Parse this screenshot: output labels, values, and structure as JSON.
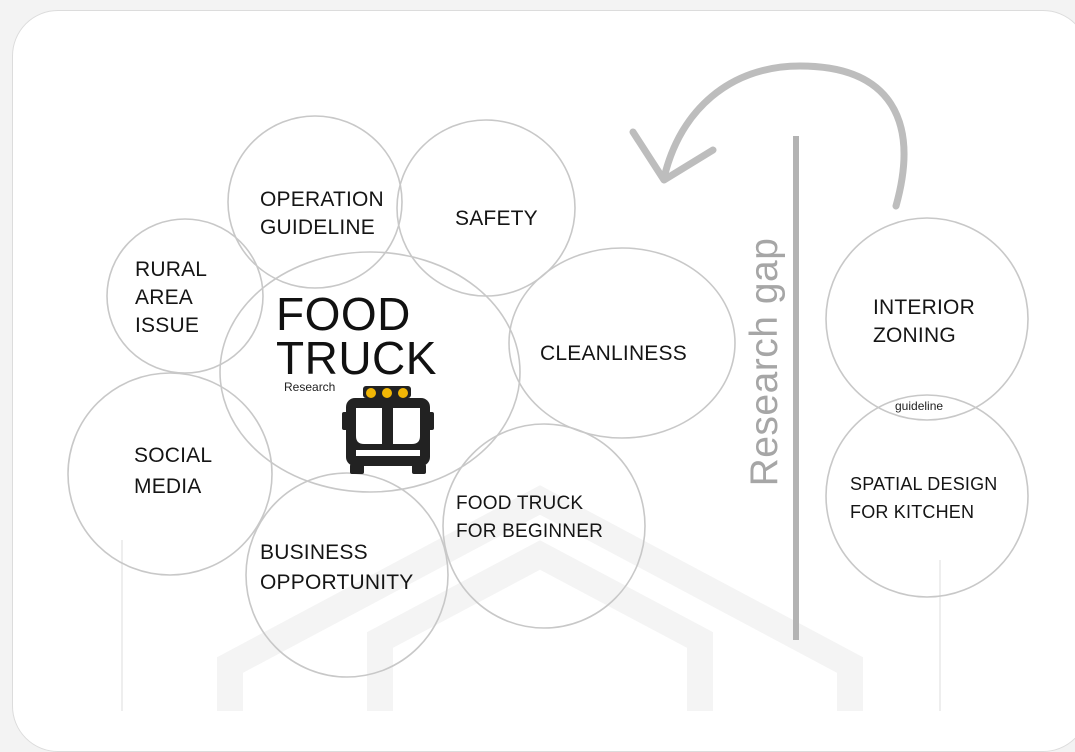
{
  "diagram": {
    "center": {
      "title": "FOOD\nTRUCK",
      "subtitle": "Research",
      "icon": "food-truck-icon"
    },
    "topics": [
      {
        "id": "operation-guideline",
        "label": "OPERATION\nGUIDELINE"
      },
      {
        "id": "safety",
        "label": "SAFETY"
      },
      {
        "id": "rural-area-issue",
        "label": "RURAL\nAREA\nISSUE"
      },
      {
        "id": "cleanliness",
        "label": "CLEANLINESS"
      },
      {
        "id": "social-media",
        "label": "SOCIAL\nMEDIA"
      },
      {
        "id": "food-truck-for-beginner",
        "label": "FOOD TRUCK\nFOR BEGINNER"
      },
      {
        "id": "business-opportunity",
        "label": "BUSINESS\nOPPORTUNITY"
      }
    ],
    "gap_label": "Research gap",
    "right": {
      "interior_zoning": "INTERIOR\nZONING",
      "connector": "guideline",
      "spatial_design": "SPATIAL DESIGN\nFOR KITCHEN"
    },
    "colors": {
      "circle_stroke": "#c8c8c8",
      "gap_gray": "#a6a6a6",
      "text": "#151515",
      "truck_body": "#222222",
      "truck_lights": "#f2b705"
    }
  }
}
